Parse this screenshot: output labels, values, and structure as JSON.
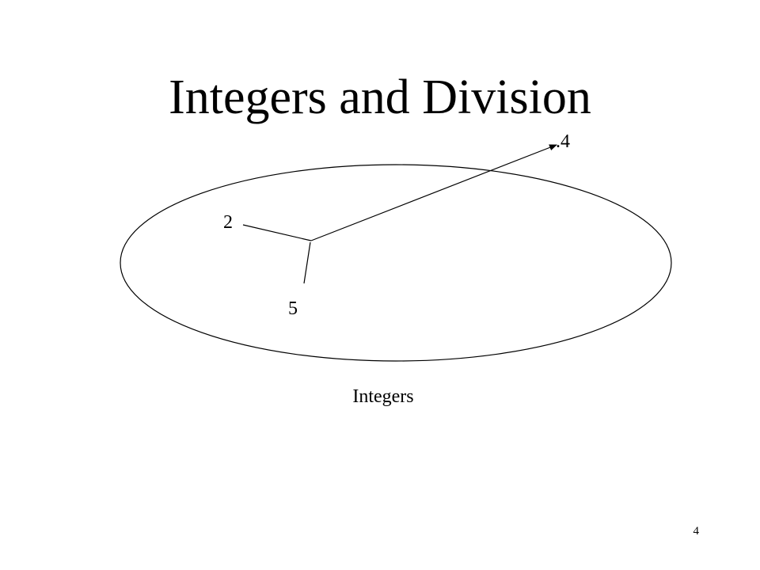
{
  "slide": {
    "title": "Integers and Division",
    "page_number": "4"
  },
  "diagram": {
    "set_label": "Integers",
    "nodes": {
      "dividend": "2",
      "divisor": "5",
      "quotient": ".4"
    }
  },
  "colors": {
    "background": "#ffffff",
    "ink": "#000000"
  }
}
